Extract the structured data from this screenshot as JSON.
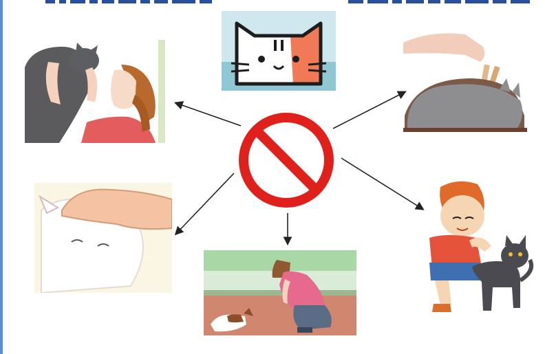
{
  "slide": {
    "header_text": "",
    "center_symbol": "prohibited-sign-icon",
    "colors": {
      "border": "#5b8fd6",
      "prohibit_red": "#e0201b",
      "arrow": "#222222"
    },
    "panels": [
      {
        "name": "cat-face-icon-panel",
        "icon": "cat-face-icon"
      },
      {
        "name": "lift-cat-panel",
        "icon": "woman-lifting-cat-icon"
      },
      {
        "name": "clip-cat-panel",
        "icon": "clothespin-on-cat-icon"
      },
      {
        "name": "pet-cat-panel",
        "icon": "hand-petting-cat-icon"
      },
      {
        "name": "crouch-dog-panel",
        "icon": "woman-crouching-dog-icon"
      },
      {
        "name": "boy-cat-panel",
        "icon": "boy-scared-cat-icon"
      }
    ]
  }
}
